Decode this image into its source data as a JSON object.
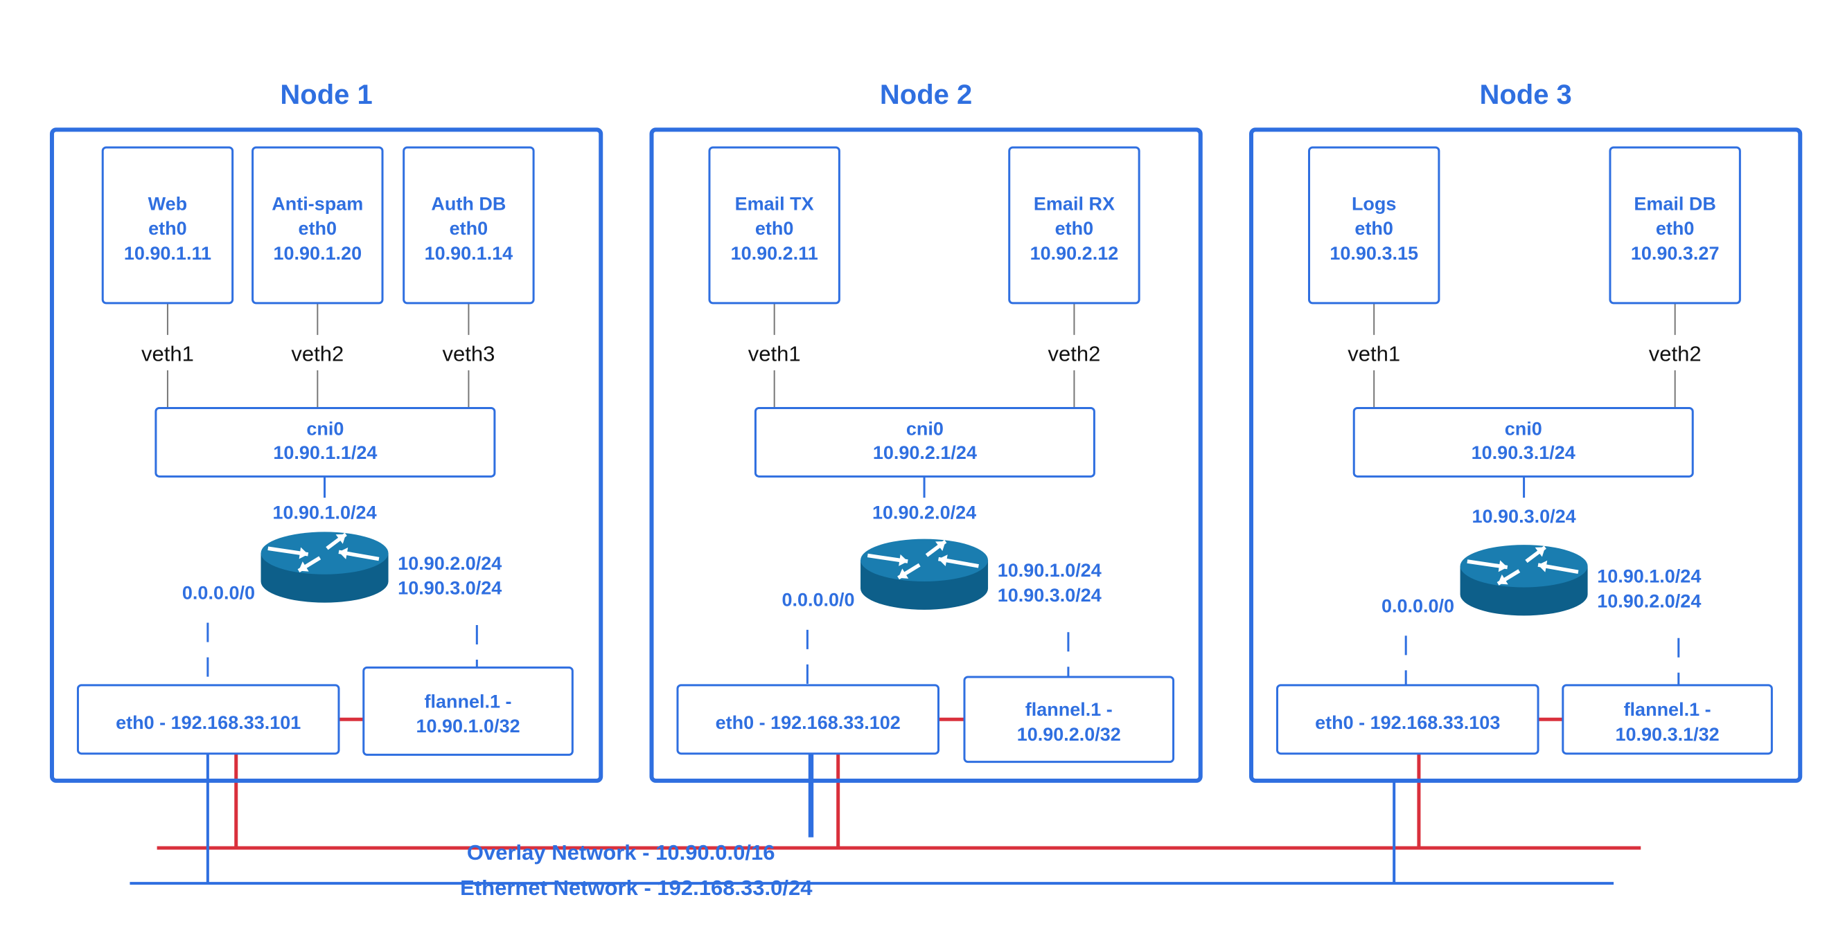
{
  "nodes": [
    {
      "title": "Node 1",
      "pods": [
        {
          "lines": [
            "Web",
            "eth0",
            "10.90.1.11"
          ],
          "veth": "veth1"
        },
        {
          "lines": [
            "Anti-spam",
            "eth0",
            "10.90.1.20"
          ],
          "veth": "veth2"
        },
        {
          "lines": [
            "Auth DB",
            "eth0",
            "10.90.1.14"
          ],
          "veth": "veth3"
        }
      ],
      "cni": [
        "cni0",
        "10.90.1.1/24"
      ],
      "route_local": "10.90.1.0/24",
      "route_default": "0.0.0.0/0",
      "route_remote": [
        "10.90.2.0/24",
        "10.90.3.0/24"
      ],
      "eth0": "eth0 - 192.168.33.101",
      "flannel": [
        "flannel.1 -",
        "10.90.1.0/32"
      ]
    },
    {
      "title": "Node 2",
      "pods": [
        {
          "lines": [
            "Email TX",
            "eth0",
            "10.90.2.11"
          ],
          "veth": "veth1"
        },
        {
          "lines": [
            "Email RX",
            "eth0",
            "10.90.2.12"
          ],
          "veth": "veth2"
        }
      ],
      "cni": [
        "cni0",
        "10.90.2.1/24"
      ],
      "route_local": "10.90.2.0/24",
      "route_default": "0.0.0.0/0",
      "route_remote": [
        "10.90.1.0/24",
        "10.90.3.0/24"
      ],
      "eth0": "eth0 - 192.168.33.102",
      "flannel": [
        "flannel.1 -",
        "10.90.2.0/32"
      ]
    },
    {
      "title": "Node 3",
      "pods": [
        {
          "lines": [
            "Logs",
            "eth0",
            "10.90.3.15"
          ],
          "veth": "veth1"
        },
        {
          "lines": [
            "Email DB",
            "eth0",
            "10.90.3.27"
          ],
          "veth": "veth2"
        }
      ],
      "cni": [
        "cni0",
        "10.90.3.1/24"
      ],
      "route_local": "10.90.3.0/24",
      "route_default": "0.0.0.0/0",
      "route_remote": [
        "10.90.1.0/24",
        "10.90.2.0/24"
      ],
      "eth0": "eth0 - 192.168.33.103",
      "flannel": [
        "flannel.1 -",
        "10.90.3.1/32"
      ]
    }
  ],
  "networks": {
    "overlay": "Overlay Network - 10.90.0.0/16",
    "ethernet": "Ethernet Network - 192.168.33.0/24"
  },
  "colors": {
    "accent": "#2f6fe0",
    "overlay_line": "#d9303c",
    "router_body": "#0d5f8a",
    "router_top": "#1a7db0"
  },
  "icons": [
    "router-icon"
  ]
}
